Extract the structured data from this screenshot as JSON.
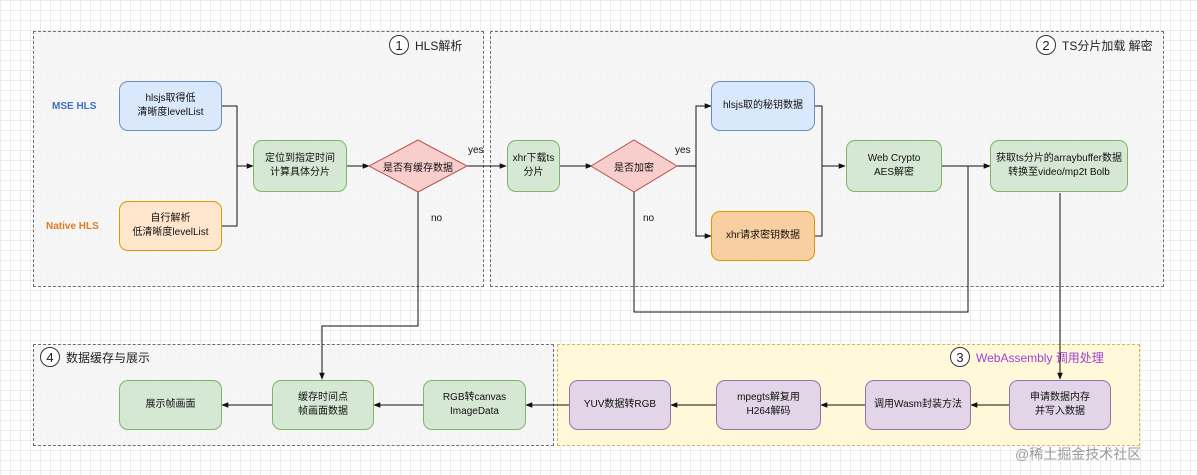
{
  "groups": {
    "g1": {
      "num": "1",
      "label": "HLS解析"
    },
    "g2": {
      "num": "2",
      "label": "TS分片加载 解密"
    },
    "g3": {
      "num": "3",
      "label": "WebAssembly  调用处理"
    },
    "g4": {
      "num": "4",
      "label": "数据缓存与展示"
    }
  },
  "side_labels": {
    "mse": "MSE HLS",
    "native": "Native HLS"
  },
  "nodes": {
    "hlsjs_level": "hlsjs取得低\n清晰度levelList",
    "self_parse": "自行解析\n低清晰度levelList",
    "locate_time": "定位到指定时间\n计算具体分片",
    "has_cache": "是否有缓存数据",
    "xhr_ts": "xhr下载ts\n分片",
    "is_encrypted": "是否加密",
    "hlsjs_key": "hlsjs取的秘钥数据",
    "xhr_key": "xhr请求密钥数据",
    "web_crypto": "Web Crypto\nAES解密",
    "get_buffer": "获取ts分片的arraybuffer数据\n转换至video/mp2t Bolb",
    "alloc_mem": "申请数据内存\n并写入数据",
    "call_wasm": "调用Wasm封装方法",
    "mpegts": "mpegts解复用\nH264解码",
    "yuv_rgb": "YUV数据转RGB",
    "rgb_canvas": "RGB转canvas\nImageData",
    "cache_frame": "缓存时间点\n帧画面数据",
    "show_frame": "展示帧画面"
  },
  "edge_labels": {
    "yes1": "yes",
    "no1": "no",
    "yes2": "yes",
    "no2": "no"
  },
  "watermark": "@稀土掘金技术社区",
  "colors": {
    "blue_fill": "#dae8fc",
    "green_fill": "#d5e8d4",
    "orange_fill": "#ffe6cc",
    "red_fill": "#f8cecc",
    "purple_fill": "#e1d5e7",
    "wasm_label": "#9e3fd8"
  }
}
